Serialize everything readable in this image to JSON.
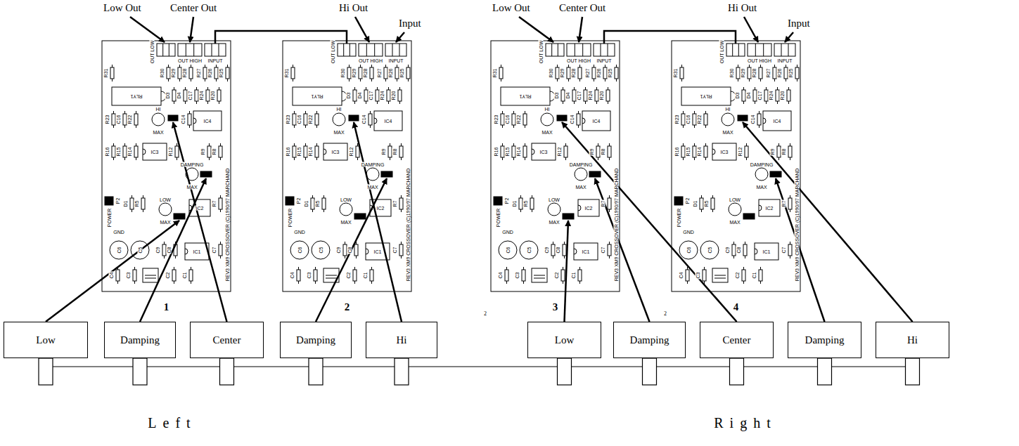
{
  "diagram": {
    "nodes": [
      {
        "text": [
          "Low"
        ]
      },
      {
        "text": [
          "Damping"
        ]
      },
      {
        "text": [
          "Center"
        ]
      },
      {
        "text": [
          "Damping"
        ]
      },
      {
        "text": [
          "Hi"
        ]
      },
      {
        "text": [
          "Low"
        ]
      },
      {
        "text": [
          "Damping"
        ]
      },
      {
        "text": [
          "Center"
        ]
      },
      {
        "text": [
          "Damping"
        ]
      },
      {
        "text": [
          "Hi"
        ]
      }
    ],
    "labels": [
      "Low Out",
      "Center Out",
      "Hi Out",
      "Input",
      "Low Out",
      "Center Out",
      "Hi Out",
      "Input",
      "OUT LOW",
      "OUT HIGH",
      "INPUT",
      "R31",
      "R30",
      "R29",
      "R28",
      "R27",
      "R26",
      "R25",
      "RLY1",
      "D3",
      "D4",
      "C17",
      "R24",
      "R20",
      "R23",
      "C16",
      "R22",
      "HI",
      "MAX",
      "C14",
      "IC4",
      "R16",
      "R15",
      "R14",
      "IC3",
      "R12",
      "R9",
      "R8",
      "DAMPING",
      "MAX",
      "P2",
      "POWER",
      "D1",
      "R5",
      "LOW",
      "MAX",
      "IC2",
      "R7",
      "GND",
      "C6",
      "C5",
      "C9",
      "C8",
      "IC1",
      "C7",
      "C4",
      "C3",
      "C2",
      "C1",
      "REV3 XM9 CROSSOVER (C)1990/97 MARCHAND",
      "1",
      "OUT LOW",
      "OUT HIGH",
      "INPUT",
      "R31",
      "R30",
      "R29",
      "R28",
      "R27",
      "R26",
      "R25",
      "RLY1",
      "D3",
      "D4",
      "C17",
      "R24",
      "R20",
      "R23",
      "C16",
      "R22",
      "HI",
      "MAX",
      "C14",
      "IC4",
      "R16",
      "R15",
      "R14",
      "IC3",
      "R12",
      "R9",
      "R8",
      "DAMPING",
      "MAX",
      "P2",
      "POWER",
      "D1",
      "R5",
      "LOW",
      "MAX",
      "IC2",
      "R7",
      "GND",
      "C6",
      "C5",
      "C9",
      "C8",
      "IC1",
      "C7",
      "C4",
      "C3",
      "C2",
      "C1",
      "REV3 XM9 CROSSOVER (C)1990/97 MARCHAND",
      "2",
      "OUT LOW",
      "OUT HIGH",
      "INPUT",
      "R31",
      "R30",
      "R29",
      "R28",
      "R27",
      "R26",
      "R25",
      "RLY1",
      "D3",
      "D4",
      "C17",
      "R24",
      "R20",
      "R23",
      "C16",
      "R22",
      "HI",
      "MAX",
      "C14",
      "IC4",
      "R16",
      "R15",
      "R14",
      "IC3",
      "R12",
      "R9",
      "R8",
      "DAMPING",
      "MAX",
      "P2",
      "POWER",
      "D1",
      "R5",
      "LOW",
      "MAX",
      "IC2",
      "R7",
      "GND",
      "C6",
      "C5",
      "C9",
      "C8",
      "IC1",
      "C7",
      "C4",
      "C3",
      "C2",
      "C1",
      "REV3 XM9 CROSSOVER (C)1990/97 MARCHAND",
      "3",
      "OUT LOW",
      "OUT HIGH",
      "INPUT",
      "R31",
      "R30",
      "R29",
      "R28",
      "R27",
      "R26",
      "R25",
      "RLY1",
      "D3",
      "D4",
      "C17",
      "R24",
      "R20",
      "R23",
      "C16",
      "R22",
      "HI",
      "MAX",
      "C14",
      "IC4",
      "R16",
      "R15",
      "R14",
      "IC3",
      "R12",
      "R9",
      "R8",
      "DAMPING",
      "MAX",
      "P2",
      "POWER",
      "D1",
      "R5",
      "LOW",
      "MAX",
      "IC2",
      "R7",
      "GND",
      "C6",
      "C5",
      "C9",
      "C8",
      "IC1",
      "C7",
      "C4",
      "C3",
      "C2",
      "C1",
      "REV3 XM9 CROSSOVER (C)1990/97 MARCHAND",
      "4",
      "2",
      "2",
      "Left",
      "Right"
    ]
  }
}
